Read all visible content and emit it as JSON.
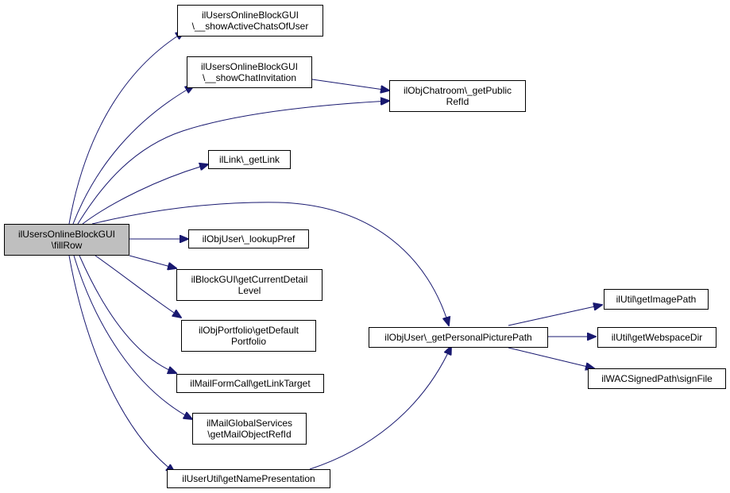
{
  "nodes": {
    "root": [
      "ilUsersOnlineBlockGUI",
      "\\fillRow"
    ],
    "show_active_chats": [
      "ilUsersOnlineBlockGUI",
      "\\__showActiveChatsOfUser"
    ],
    "show_chat_invitation": [
      "ilUsersOnlineBlockGUI",
      "\\__showChatInvitation"
    ],
    "chatroom_get_public_ref": [
      "ilObjChatroom\\_getPublic",
      "RefId"
    ],
    "link_get_link": [
      "ilLink\\_getLink"
    ],
    "user_lookup_pref": [
      "ilObjUser\\_lookupPref"
    ],
    "block_current_detail": [
      "ilBlockGUI\\getCurrentDetail",
      "Level"
    ],
    "portfolio_get_default": [
      "ilObjPortfolio\\getDefault",
      "Portfolio"
    ],
    "mailform_link_target": [
      "ilMailFormCall\\getLinkTarget"
    ],
    "mail_global_services": [
      "ilMailGlobalServices",
      "\\getMailObjectRefId"
    ],
    "user_util_name_presentation": [
      "ilUserUtil\\getNamePresentation"
    ],
    "user_personal_picture_path": [
      "ilObjUser\\_getPersonalPicturePath"
    ],
    "util_get_image_path": [
      "ilUtil\\getImagePath"
    ],
    "util_get_webspace_dir": [
      "ilUtil\\getWebspaceDir"
    ],
    "wac_signed_path": [
      "ilWACSignedPath\\signFile"
    ]
  },
  "colors": {
    "edge": "#191970",
    "root_fill": "#bfbfbf",
    "node_fill": "#ffffff",
    "border": "#000000"
  }
}
